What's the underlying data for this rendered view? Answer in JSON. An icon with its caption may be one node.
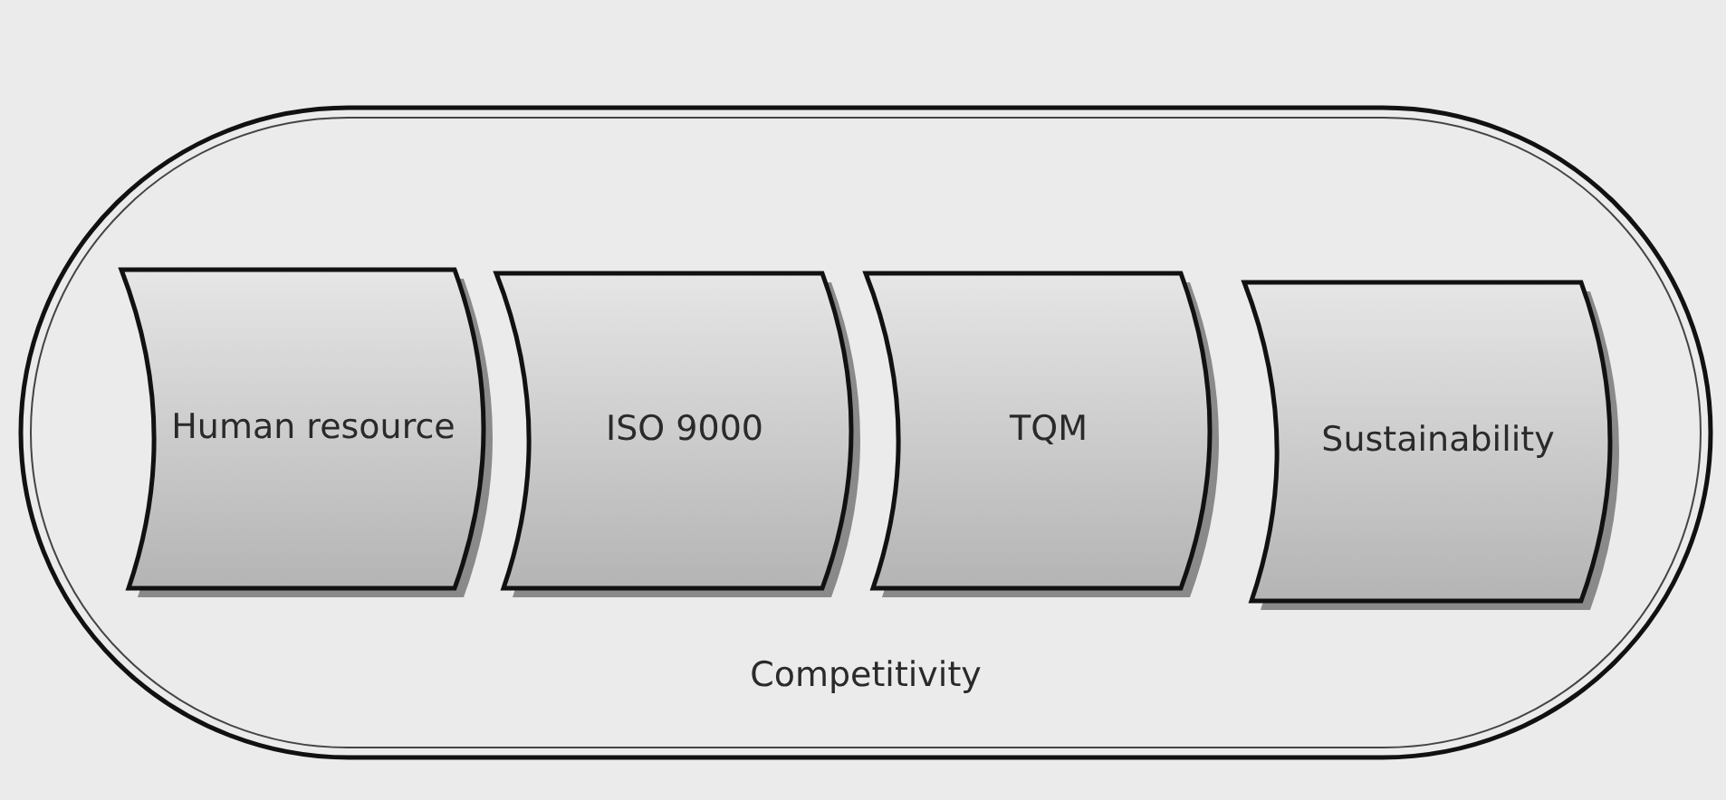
{
  "diagram": {
    "nodes": [
      {
        "text": [
          "Competitivity"
        ]
      },
      {
        "text": [
          "Human resource"
        ],
        "in": 0
      },
      {
        "text": [
          "ISO 9000"
        ],
        "in": 0
      },
      {
        "text": [
          "TQM"
        ],
        "in": 0
      },
      {
        "text": [
          "Sustainability"
        ],
        "in": 0
      }
    ]
  }
}
